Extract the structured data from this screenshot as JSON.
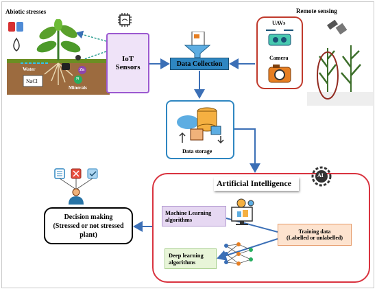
{
  "abiotic": {
    "title": "Abiotic stresses",
    "water": "Water",
    "nacl": "NaCl",
    "minerals": "Minerals",
    "zn": "Zn",
    "n": "N"
  },
  "iot": {
    "line1": "IoT",
    "line2": "Sensors"
  },
  "data_collection": "Data Collection",
  "remote": {
    "title": "Remote sensing",
    "uavs": "UAVs",
    "camera": "Camera"
  },
  "storage": {
    "label": "Data storage"
  },
  "ai": {
    "title": "Artificial Intelligence",
    "badge": "AI",
    "ml": {
      "line1": "Machine Learning",
      "line2": "algorithms"
    },
    "dl": {
      "line1": "Deep learning",
      "line2": "algorithms"
    },
    "training": {
      "line1": "Training data",
      "line2": "(Labelled or unlabelled)"
    }
  },
  "decision": {
    "line1": "Decision making",
    "line2": "(Stressed or not stressed",
    "line3": "plant)"
  },
  "colors": {
    "iot_border": "#9b59d0",
    "iot_fill": "#efe3f8",
    "collection_fill": "#2e86c1",
    "remote_border": "#c0392b",
    "storage_border": "#2e86c1",
    "ai_border": "#d9333f",
    "arrow": "#3b6fb6",
    "ml_fill": "#e6d8f2",
    "training_fill": "#fde3cf",
    "dl_fill": "#e8f5d8"
  }
}
